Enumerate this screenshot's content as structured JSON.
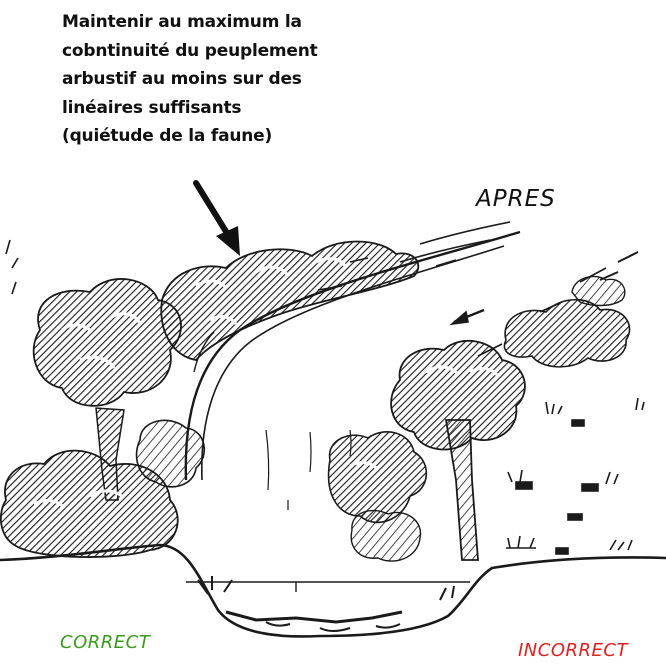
{
  "annotation": {
    "lines": [
      "Maintenir au maximum la",
      "cobntinuité du peuplement",
      "arbustif au moins sur des",
      "linéaires suffisants",
      "(quiétude de la faune)"
    ]
  },
  "labels": {
    "after": "APRES",
    "correct": "CORRECT",
    "incorrect": "INCORRECT"
  },
  "colors": {
    "ink": "#1a1a1a",
    "correct": "#3a9a1f",
    "incorrect": "#e02020"
  }
}
